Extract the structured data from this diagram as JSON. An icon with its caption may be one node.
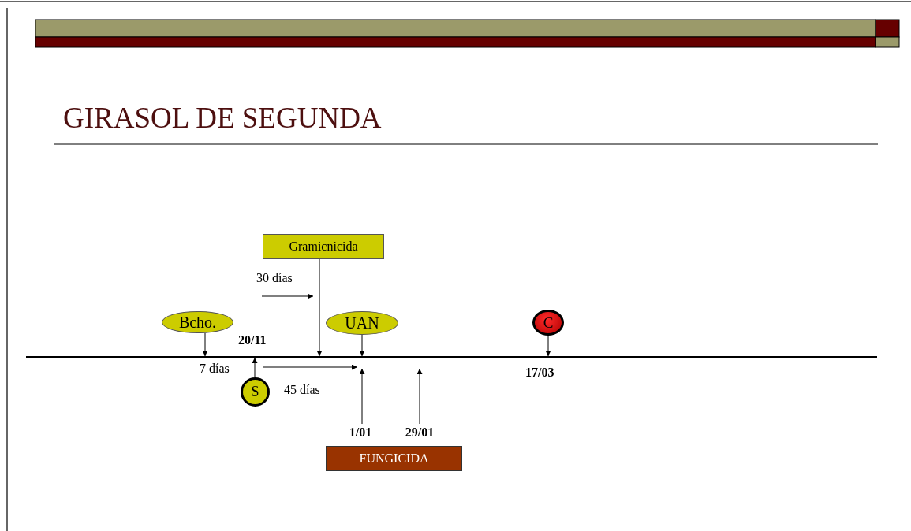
{
  "diagram": {
    "title": "GIRASOL DE SEGUNDA",
    "nodes": [
      {
        "text": [
          "Gramicnicida"
        ]
      },
      {
        "text": [
          "Bcho."
        ]
      },
      {
        "text": [
          "UAN"
        ]
      },
      {
        "text": [
          "C"
        ]
      },
      {
        "text": [
          "S"
        ]
      },
      {
        "text": [
          "FUNGICIDA"
        ]
      },
      {
        "text": [],
        "shape": "line"
      },
      {
        "text": [
          "1/01"
        ]
      },
      {
        "text": [
          "29/01"
        ]
      }
    ],
    "edges": [
      {
        "from": 0,
        "to": 6,
        "arrow": "to"
      },
      {
        "from": 1,
        "to": 6,
        "arrow": "to"
      },
      {
        "from": 2,
        "to": 6,
        "arrow": "to"
      },
      {
        "from": 3,
        "to": 6,
        "arrow": "to"
      },
      {
        "from": 4,
        "to": 6,
        "arrow": "to"
      },
      {
        "from": 7,
        "to": 6,
        "arrow": "to"
      },
      {
        "from": 8,
        "to": 6,
        "arrow": "to"
      }
    ],
    "labels": [
      "30 días",
      "20/11",
      "7 días",
      "45 días",
      "17/03"
    ]
  }
}
